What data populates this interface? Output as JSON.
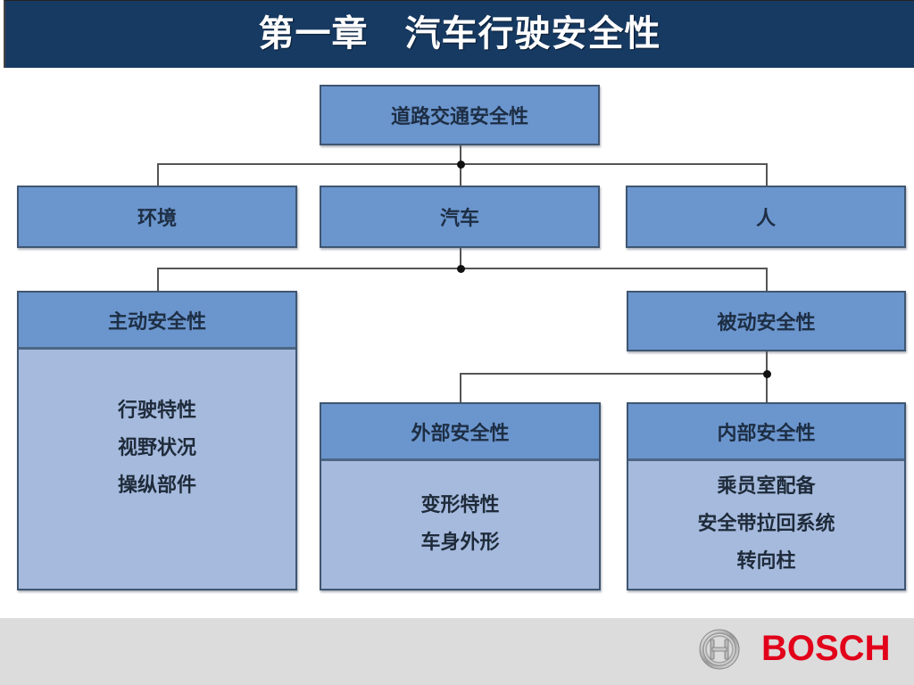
{
  "header": {
    "title": "第一章　汽车行驶安全性",
    "background": "#173a62"
  },
  "diagram": {
    "root": {
      "label": "道路交通安全性"
    },
    "level1": [
      {
        "label": "环境"
      },
      {
        "label": "汽车"
      },
      {
        "label": "人"
      }
    ],
    "active_safety": {
      "label": "主动安全性",
      "items": [
        "行驶特性",
        "视野状况",
        "操纵部件"
      ]
    },
    "passive_safety": {
      "label": "被动安全性"
    },
    "external_safety": {
      "label": "外部安全性",
      "items": [
        "变形特性",
        "车身外形"
      ]
    },
    "internal_safety": {
      "label": "内部安全性",
      "items": [
        "乘员室配备",
        "安全带拉回系统",
        "转向柱"
      ]
    },
    "colors": {
      "box_header": "#6b95cd",
      "box_body": "#a5badd",
      "border": "#3f5671",
      "connector": "#555555"
    }
  },
  "footer": {
    "brand": "BOSCH",
    "brand_color": "#e2001a",
    "background": "#dcdcdc"
  }
}
